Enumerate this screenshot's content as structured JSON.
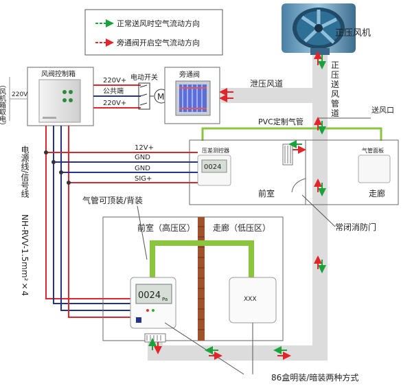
{
  "legend": {
    "normal_flow": "正常送风时空气流动方向",
    "bypass_flow": "旁通阀开启空气流动方向",
    "colors": {
      "normal": "#1aa33a",
      "bypass": "#e0262b"
    }
  },
  "labels": {
    "fan": "正压风机",
    "control_box": "风阀控制箱",
    "fan_box_power": "（风机箱取电）",
    "v220": "220V",
    "motor_switch": "电动开关",
    "motor": "M",
    "bypass_valve": "旁通阀",
    "relief_duct": "泄压风道",
    "supply_duct": "正压送风管道",
    "supply_outlet": "送风口",
    "pvc_tube": "PVC定制气管",
    "pressure_controller": "压差测控器",
    "air_panel": "气管面板",
    "front_room": "前室",
    "corridor": "走廊",
    "fire_door": "常闭消防门",
    "cable_label": "电源线/信号线",
    "cable_spec": "NH-RVV-1.5mm²×4",
    "tube_mount": "气管可顶装/背装",
    "front_room_high": "前室（高压区）",
    "corridor_low": "走廊（低压区）",
    "box_mount": "86盒明装/暗装两种方式",
    "panel_text": "ⅩⅩⅩ"
  },
  "wires_top": [
    "220V+",
    "公共端",
    "220V+"
  ],
  "wires_signal": [
    "12V+",
    "GND",
    "GND",
    "SIG+"
  ],
  "display": {
    "small": "0024",
    "large": "0024",
    "unit": "Pa"
  }
}
